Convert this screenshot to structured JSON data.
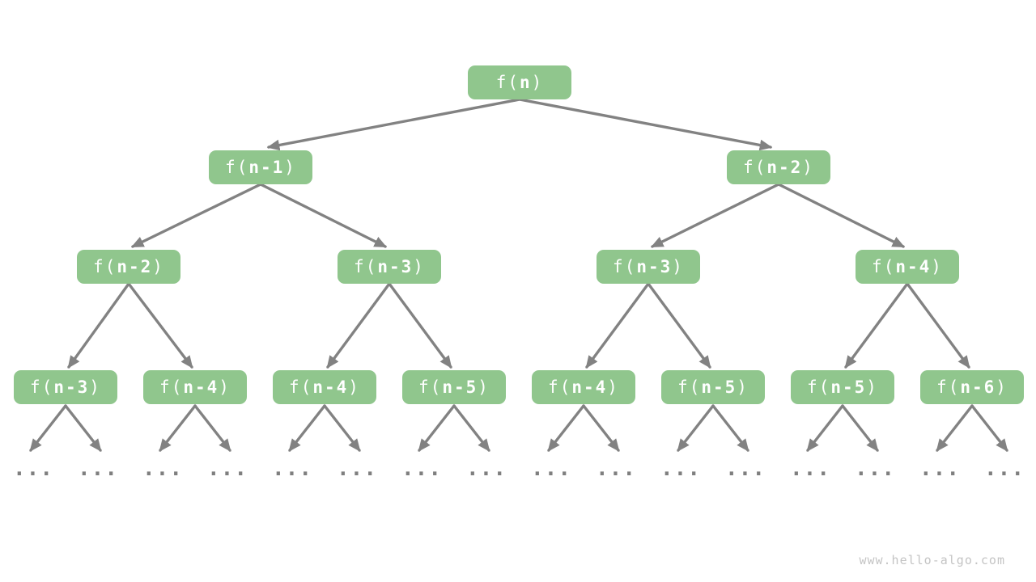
{
  "diagram": {
    "type": "recursion-tree",
    "ellipsis": "...",
    "watermark": "www.hello-algo.com",
    "colors": {
      "node_fill": "#90C68D",
      "node_text": "#FFFFFF",
      "edge": "#828282",
      "ellipsis": "#7F7F7F",
      "watermark": "#C4C4C4"
    },
    "nodes": [
      {
        "prefix": "f(",
        "arg": "n",
        "suffix": ")",
        "level": 1
      },
      {
        "prefix": "f(",
        "arg": "n-1",
        "suffix": ")",
        "level": 2
      },
      {
        "prefix": "f(",
        "arg": "n-2",
        "suffix": ")",
        "level": 2
      },
      {
        "prefix": "f(",
        "arg": "n-2",
        "suffix": ")",
        "level": 3
      },
      {
        "prefix": "f(",
        "arg": "n-3",
        "suffix": ")",
        "level": 3
      },
      {
        "prefix": "f(",
        "arg": "n-3",
        "suffix": ")",
        "level": 3
      },
      {
        "prefix": "f(",
        "arg": "n-4",
        "suffix": ")",
        "level": 3
      },
      {
        "prefix": "f(",
        "arg": "n-3",
        "suffix": ")",
        "level": 4
      },
      {
        "prefix": "f(",
        "arg": "n-4",
        "suffix": ")",
        "level": 4
      },
      {
        "prefix": "f(",
        "arg": "n-4",
        "suffix": ")",
        "level": 4
      },
      {
        "prefix": "f(",
        "arg": "n-5",
        "suffix": ")",
        "level": 4
      },
      {
        "prefix": "f(",
        "arg": "n-4",
        "suffix": ")",
        "level": 4
      },
      {
        "prefix": "f(",
        "arg": "n-5",
        "suffix": ")",
        "level": 4
      },
      {
        "prefix": "f(",
        "arg": "n-5",
        "suffix": ")",
        "level": 4
      },
      {
        "prefix": "f(",
        "arg": "n-6",
        "suffix": ")",
        "level": 4
      }
    ]
  }
}
